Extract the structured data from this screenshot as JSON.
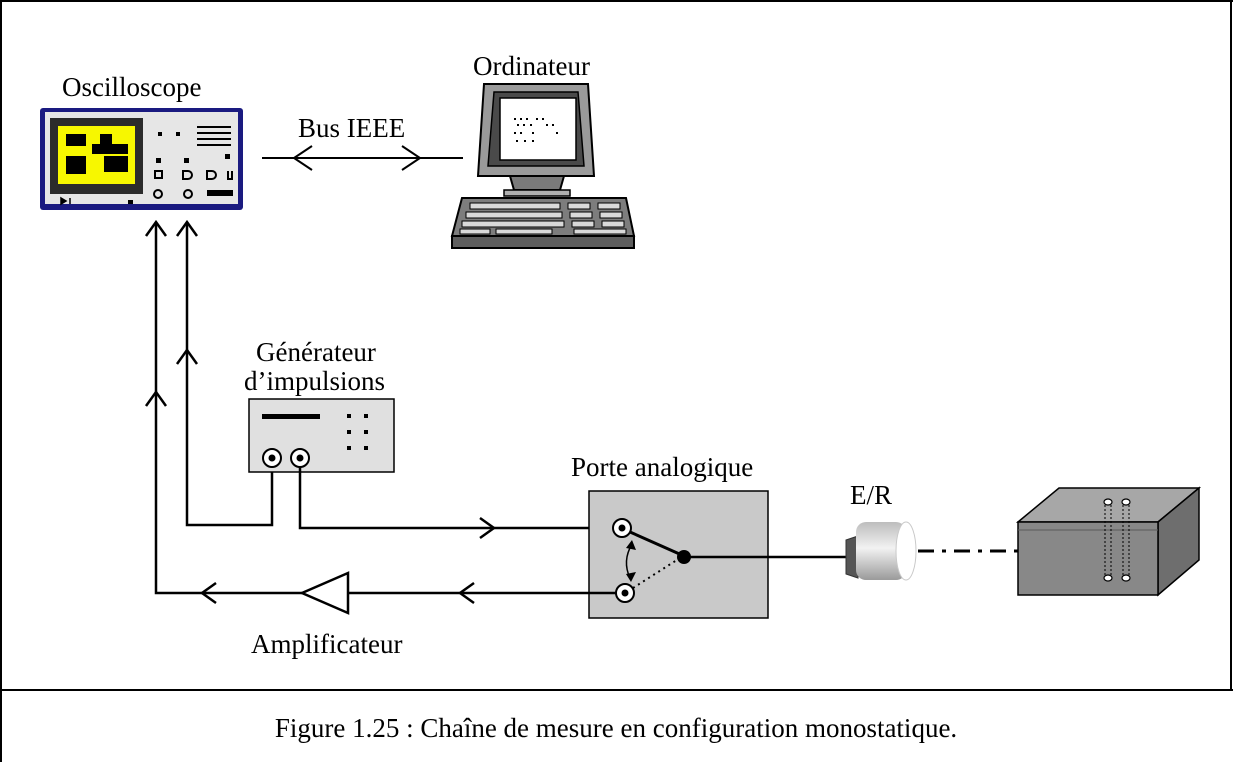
{
  "labels": {
    "oscilloscope": "Oscilloscope",
    "computer": "Ordinateur",
    "bus": "Bus IEEE",
    "generator_line1": "Générateur",
    "generator_line2": "d’impulsions",
    "gate": "Porte analogique",
    "transducer": "E/R",
    "amplifier": "Amplificateur"
  },
  "caption": "Figure 1.25 : Chaîne de mesure en configuration monostatique.",
  "colors": {
    "screen": "#f7f700",
    "scope_body": "#1a1a80",
    "scope_panel": "#e6e6e6",
    "device_fill": "#e0e0e0",
    "gate_fill": "#c9c9c9",
    "tank_dark": "#6e6e6e",
    "tank_mid": "#888888",
    "tank_light": "#a7a7a7"
  },
  "icons": {
    "oscilloscope": "oscilloscope-icon",
    "computer": "computer-icon",
    "generator": "pulse-generator-icon",
    "amplifier": "amplifier-triangle-icon",
    "transducer": "transducer-icon",
    "tank": "water-tank-icon"
  }
}
